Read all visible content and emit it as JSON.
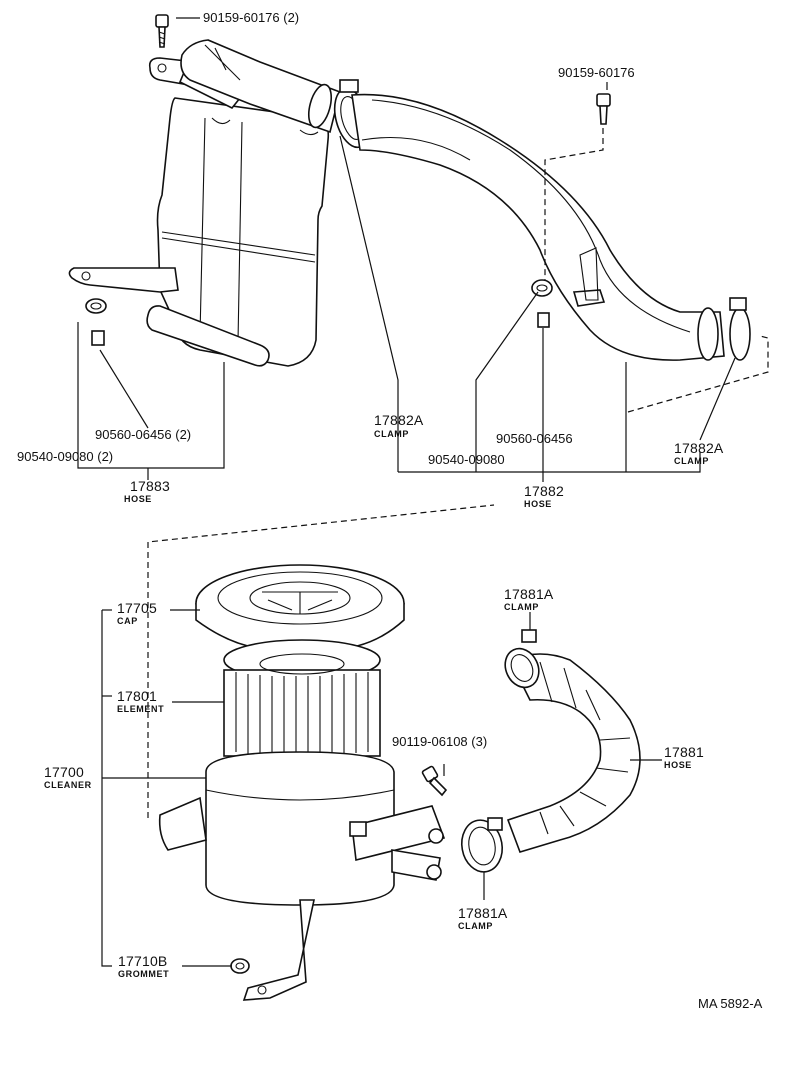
{
  "labels": {
    "bolt_top_left": "90159-60176 (2)",
    "bolt_top_right": "90159-60176",
    "collar_left": "90560-06456 (2)",
    "grommet_left": "90540-09080 (2)",
    "hose_17883_number": "17883",
    "hose_17883_name": "HOSE",
    "clamp_17882a_left_number": "17882A",
    "clamp_17882a_left_name": "CLAMP",
    "collar_right": "90560-06456",
    "grommet_right": "90540-09080",
    "clamp_17882a_right_number": "17882A",
    "clamp_17882a_right_name": "CLAMP",
    "hose_17882_number": "17882",
    "hose_17882_name": "HOSE",
    "cap_number": "17705",
    "cap_name": "CAP",
    "element_number": "17801",
    "element_name": "ELEMENT",
    "cleaner_number": "17700",
    "cleaner_name": "CLEANER",
    "grommet_bottom_number": "17710B",
    "grommet_bottom_name": "GROMMET",
    "clamp_17881a_top_number": "17881A",
    "clamp_17881a_top_name": "CLAMP",
    "bolt_middle": "90119-06108 (3)",
    "hose_17881_number": "17881",
    "hose_17881_name": "HOSE",
    "clamp_17881a_bottom_number": "17881A",
    "clamp_17881a_bottom_name": "CLAMP",
    "drawing_ref": "MA 5892-A"
  }
}
